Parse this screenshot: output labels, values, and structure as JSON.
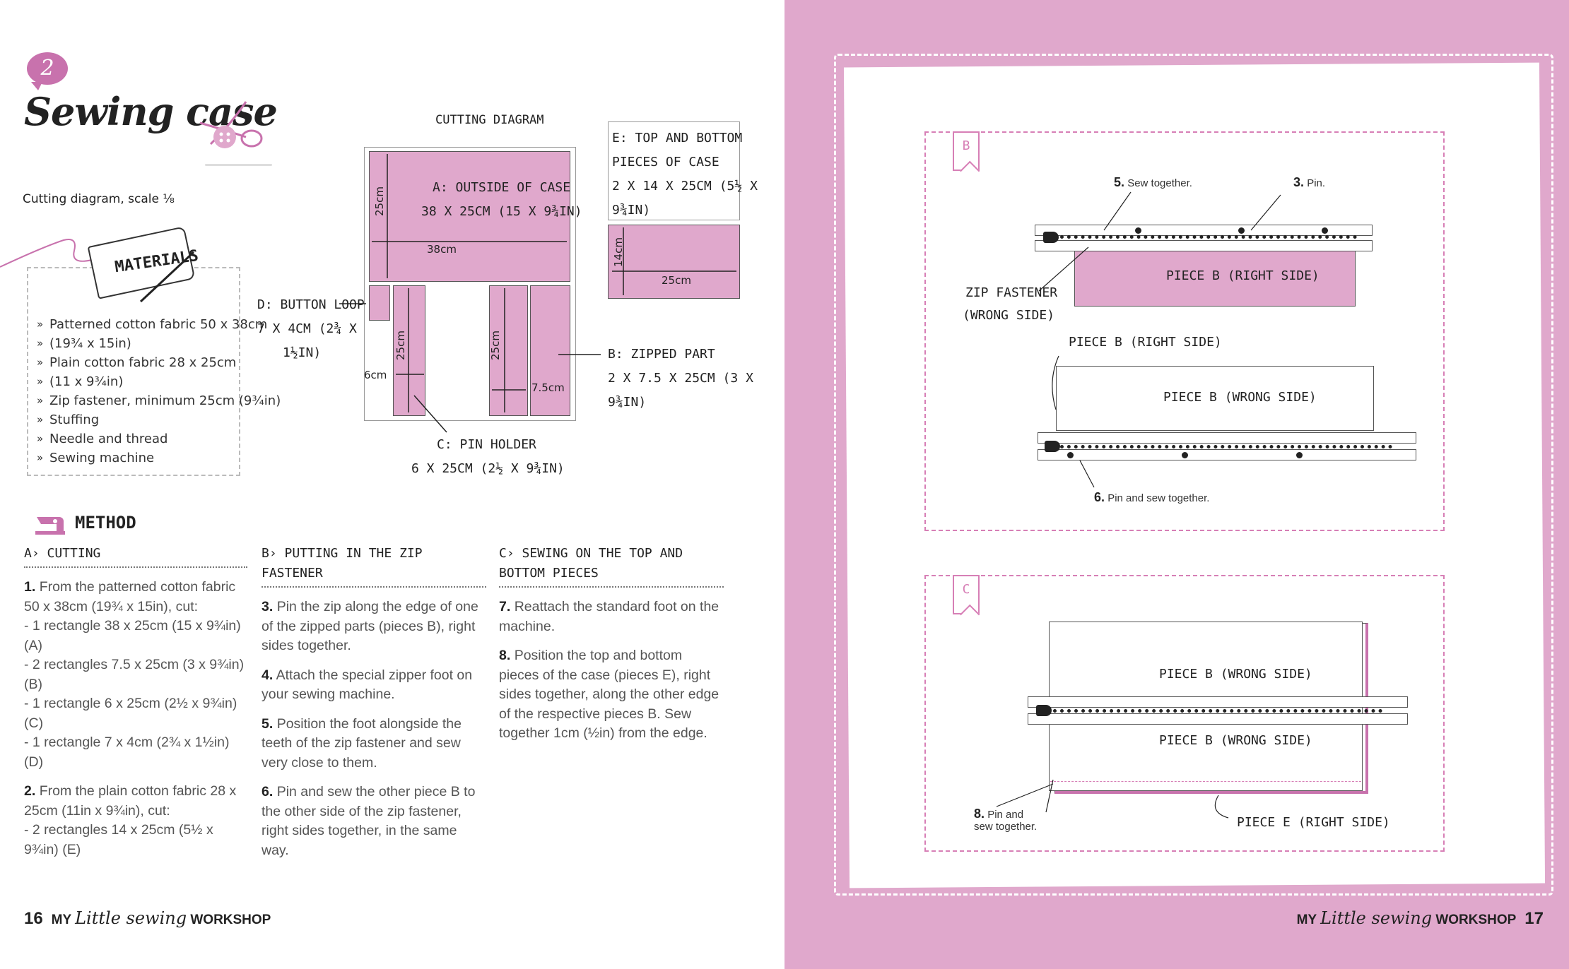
{
  "chapter_number": "2",
  "title": "Sewing case",
  "cutting_caption": "Cutting diagram, scale ⅛",
  "materials": {
    "heading": "MATERIALS",
    "items": [
      "Patterned cotton fabric 50 x 38cm",
      "(19¾ x 15in)",
      "Plain cotton fabric 28 x 25cm",
      "(11 x 9¾in)",
      "Zip fastener, minimum 25cm (9¾in)",
      "Stuffing",
      "Needle and thread",
      "Sewing machine"
    ]
  },
  "diagram": {
    "title": "CUTTING DIAGRAM",
    "a_label_1": "A: OUTSIDE OF CASE",
    "a_label_2": "38 X 25CM (15 X 9¾IN)",
    "a_width": "38cm",
    "a_height": "25cm",
    "d_label_1": "D: BUTTON LOOP",
    "d_label_2": "7 X 4CM (2¾ X",
    "d_label_3": "1½IN)",
    "c_width": "6cm",
    "c_height": "25cm",
    "b_height": "25cm",
    "b_width": "7.5cm",
    "b_label_1": "B: ZIPPED PART",
    "b_label_2": "2 X 7.5 X 25CM (3 X",
    "b_label_3": "9¾IN)",
    "c_label_1": "C: PIN HOLDER",
    "c_label_2": "6 X 25CM (2½ X 9¾IN)",
    "e_label_1": "E: TOP AND BOTTOM",
    "e_label_2": "PIECES OF CASE",
    "e_label_3": "2 X 14 X 25CM (5½ X",
    "e_label_4": "9¾IN)",
    "e_height": "14cm",
    "e_width": "25cm"
  },
  "method": {
    "heading": "METHOD",
    "col_a": {
      "heading": "A› CUTTING",
      "p1_num": "1.",
      "p1": "From the patterned cotton fabric 50 x 38cm (19¾ x 15in), cut:",
      "p1_l1": "- 1 rectangle 38 x 25cm (15 x 9¾in) (A)",
      "p1_l2": "- 2 rectangles 7.5 x 25cm (3 x 9¾in) (B)",
      "p1_l3": "- 1 rectangle 6 x 25cm (2½ x 9¾in) (C)",
      "p1_l4": "- 1 rectangle 7 x 4cm (2¾ x 1½in) (D)",
      "p2_num": "2.",
      "p2": "From the plain cotton fabric 28 x 25cm (11in x 9¾in), cut:",
      "p2_l1": "- 2 rectangles 14 x 25cm (5½ x 9¾in) (E)"
    },
    "col_b": {
      "heading": "B› PUTTING IN THE ZIP FASTENER",
      "p3_num": "3.",
      "p3": "Pin the zip along the edge of one of the zipped parts (pieces B), right sides together.",
      "p4_num": "4.",
      "p4": "Attach the special zipper foot on your sewing machine.",
      "p5_num": "5.",
      "p5": "Position the foot alongside the teeth of the zip fastener and sew very close to them.",
      "p6_num": "6.",
      "p6": "Pin and sew the other piece B to the other side of the zip fastener, right sides together, in the same way."
    },
    "col_c": {
      "heading": "C› SEWING ON THE TOP AND BOTTOM PIECES",
      "p7_num": "7.",
      "p7": "Reattach the standard foot on the machine.",
      "p8_num": "8.",
      "p8": "Position the top and bottom pieces of the case (pieces E), right sides together, along the other edge of the respective pieces B. Sew together 1cm (½in) from the edge."
    }
  },
  "footer": {
    "left_page": "16",
    "right_page": "17",
    "brand_my": "MY",
    "brand_little": "Little sewing",
    "brand_workshop": "WORKSHOP"
  },
  "panel_b": {
    "flag": "B",
    "note5_num": "5.",
    "note5": "Sew together.",
    "note3_num": "3.",
    "note3": "Pin.",
    "zip_label_1": "ZIP FASTENER",
    "zip_label_2": "(WRONG SIDE)",
    "piece_right": "PIECE B (RIGHT SIDE)",
    "piece_right_2": "PIECE B (RIGHT SIDE)",
    "piece_wrong": "PIECE B (WRONG SIDE)",
    "note6_num": "6.",
    "note6": "Pin and sew together."
  },
  "panel_c": {
    "flag": "C",
    "piece_wrong_top": "PIECE B (WRONG SIDE)",
    "piece_wrong_bottom": "PIECE B (WRONG SIDE)",
    "note8_num": "8.",
    "note8_1": "Pin and",
    "note8_2": "sew together.",
    "piece_e": "PIECE E (RIGHT SIDE)"
  },
  "colors": {
    "accent_pink": "#e0a8cc",
    "dark_pink": "#c872ad",
    "dash_pink": "#d77fb6"
  }
}
